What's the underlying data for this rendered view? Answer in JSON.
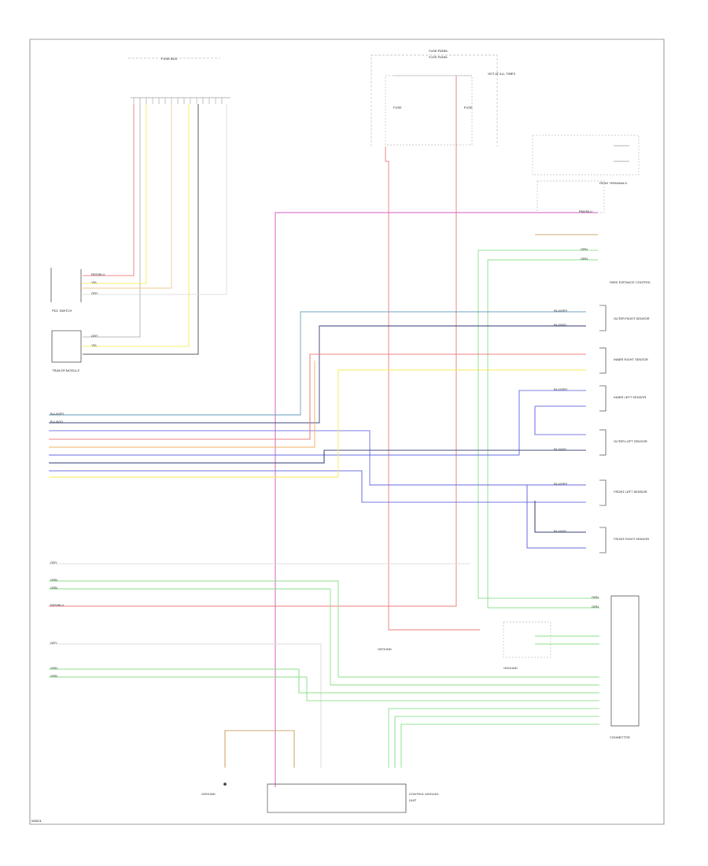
{
  "header_fuse_box": "FUSE BOX",
  "header_fuse_panel": "FUSE PANEL",
  "header_fuse_panel_sub": "FUSE PANEL",
  "fuse_panel_note": "HOT AT ALL TIMES",
  "fuse_left": "FUSE",
  "fuse_right": "FUSE",
  "footer_code": "W0021",
  "components": {
    "pdc_switch": "PDC SWITCH",
    "trailer_module": "TRAILER MODULE",
    "rear_terminals": "REAR TERMINALS",
    "ground_lower_right": "GROUND",
    "ground_lower_left": "GROUND",
    "ground_left": "GROUND",
    "control_module": "CONTROL MODULE",
    "control_module_sub": "UNIT",
    "sensor_group_label": "PARK DISTANCE CONTROL",
    "rear_connector": "CONNECTOR"
  },
  "sensors": [
    "OUTER RIGHT SENSOR",
    "INNER RIGHT SENSOR",
    "INNER LEFT SENSOR",
    "OUTER LEFT SENSOR",
    "FRONT LEFT SENSOR",
    "FRONT RIGHT SENSOR"
  ],
  "wire_labels": {
    "red_main": "RED/BLU",
    "pink": "PNK/BLU",
    "yellow": "YEL",
    "grey": "GRY",
    "green": "GRN",
    "blue": "BLU/GRY",
    "violet": "BLU/VIO"
  },
  "colors": {
    "red": "#f07d7d",
    "pink": "#d870c8",
    "yellow": "#f5ec5a",
    "grey": "#bbbbbb",
    "green": "#8ee08e",
    "blue": "#6c72e0",
    "teal": "#6aa0c0",
    "orange": "#f0b060",
    "navy": "#38407a",
    "tan": "#c8a060",
    "frame": "#888888"
  }
}
